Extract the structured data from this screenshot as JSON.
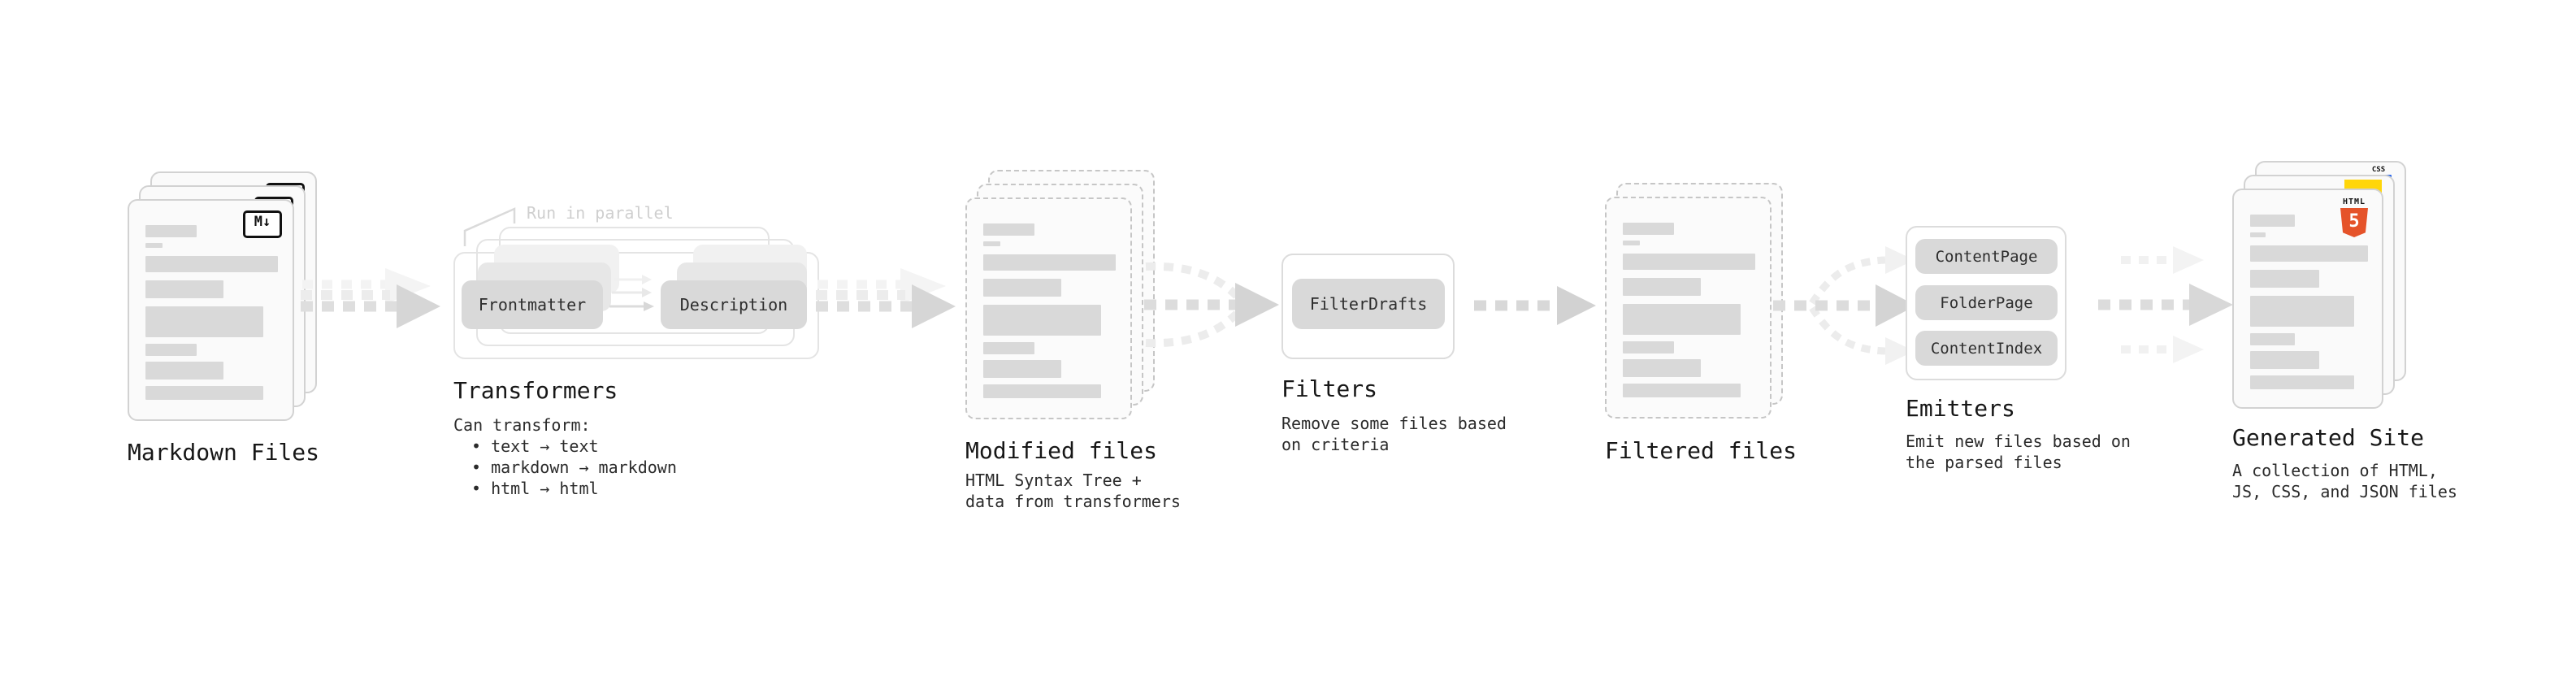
{
  "markdown": {
    "title": "Markdown Files",
    "badge": "M↓"
  },
  "transformers": {
    "annotation": "Run in parallel",
    "pill_left": "Frontmatter",
    "pill_right": "Description",
    "title": "Transformers",
    "lead": "Can transform:",
    "bullets": [
      "• text → text",
      "• markdown → markdown",
      "• html → html"
    ]
  },
  "modified": {
    "title": "Modified files",
    "desc1": "HTML Syntax Tree +",
    "desc2": "data from transformers"
  },
  "filters": {
    "pill": "FilterDrafts",
    "title": "Filters",
    "desc1": "Remove some files based",
    "desc2": "on criteria"
  },
  "filtered": {
    "title": "Filtered files"
  },
  "emitters": {
    "pills": [
      "ContentPage",
      "FolderPage",
      "ContentIndex"
    ],
    "title": "Emitters",
    "desc1": "Emit new files based on",
    "desc2": "the parsed files"
  },
  "generated": {
    "title": "Generated Site",
    "desc1": "A collection of HTML,",
    "desc2": "JS, CSS, and JSON files",
    "css_badge": "CSS",
    "html_badge_label": "HTML",
    "html_badge_number": "5"
  },
  "colors": {
    "html5_orange": "#e5532a",
    "js_yellow": "#ffd60a",
    "css_blue": "#2463eb",
    "pill_gray": "#d9d9d9"
  }
}
